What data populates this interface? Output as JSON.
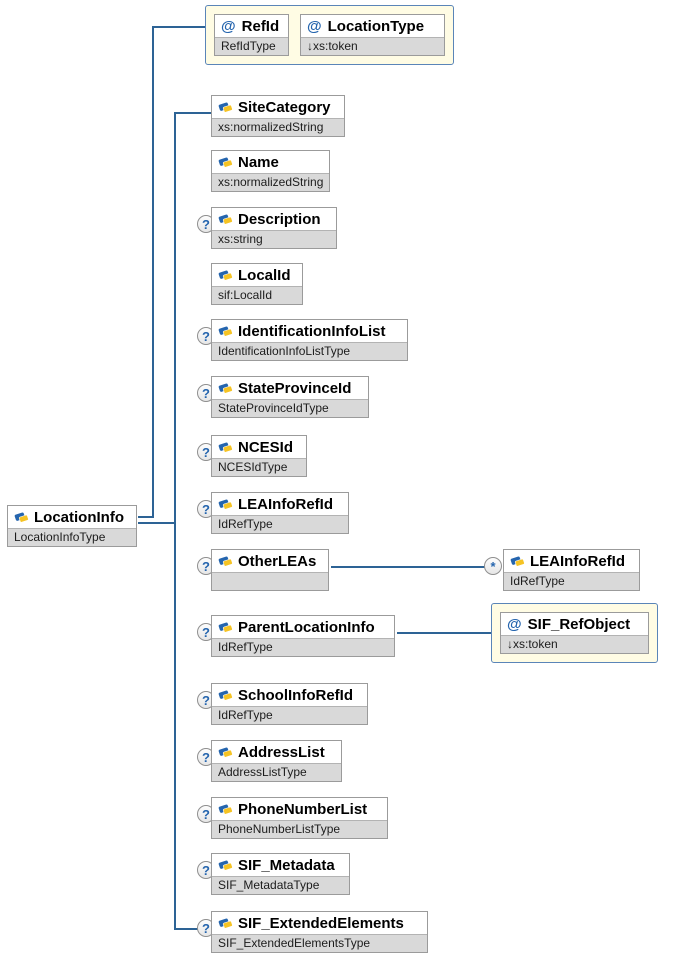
{
  "root": {
    "name": "LocationInfo",
    "type": "LocationInfoType"
  },
  "attr_box_top": {
    "items": [
      {
        "glyph": "@",
        "name": "RefId",
        "type": "RefIdType"
      },
      {
        "glyph": "@",
        "name": "LocationType",
        "type": "↓xs:token"
      }
    ]
  },
  "attr_box_parent": {
    "items": [
      {
        "glyph": "@",
        "name": "SIF_RefObject",
        "type": "↓xs:token"
      }
    ]
  },
  "children": [
    {
      "name": "SiteCategory",
      "type": "xs:normalizedString",
      "optional": false
    },
    {
      "name": "Name",
      "type": "xs:normalizedString",
      "optional": false
    },
    {
      "name": "Description",
      "type": "xs:string",
      "optional": true
    },
    {
      "name": "LocalId",
      "type": "sif:LocalId",
      "optional": false
    },
    {
      "name": "IdentificationInfoList",
      "type": "IdentificationInfoListType",
      "optional": true
    },
    {
      "name": "StateProvinceId",
      "type": "StateProvinceIdType",
      "optional": true
    },
    {
      "name": "NCESId",
      "type": "NCESIdType",
      "optional": true
    },
    {
      "name": "LEAInfoRefId",
      "type": "IdRefType",
      "optional": true
    },
    {
      "name": "OtherLEAs",
      "type": "",
      "optional": true
    },
    {
      "name": "ParentLocationInfo",
      "type": "IdRefType",
      "optional": true
    },
    {
      "name": "SchoolInfoRefId",
      "type": "IdRefType",
      "optional": true
    },
    {
      "name": "AddressList",
      "type": "AddressListType",
      "optional": true
    },
    {
      "name": "PhoneNumberList",
      "type": "PhoneNumberListType",
      "optional": true
    },
    {
      "name": "SIF_Metadata",
      "type": "SIF_MetadataType",
      "optional": true
    },
    {
      "name": "SIF_ExtendedElements",
      "type": "SIF_ExtendedElementsType",
      "optional": true
    }
  ],
  "linked_node": {
    "occurrence_glyph": "*",
    "name": "LEAInfoRefId",
    "type": "IdRefType"
  },
  "icons": {
    "optional_glyph": "?",
    "repeat_glyph": "*",
    "attribute_glyph": "@",
    "element_icon": "blue-yellow-diamond"
  },
  "colors": {
    "connector": "#2d6395",
    "type_row_bg": "#d9d9d9",
    "attr_group_bg": "#fffce4",
    "attr_group_border": "#5a85b8",
    "node_border": "#9b9b9b",
    "glyph_blue": "#2565ae",
    "icon_yellow": "#f5c324"
  }
}
